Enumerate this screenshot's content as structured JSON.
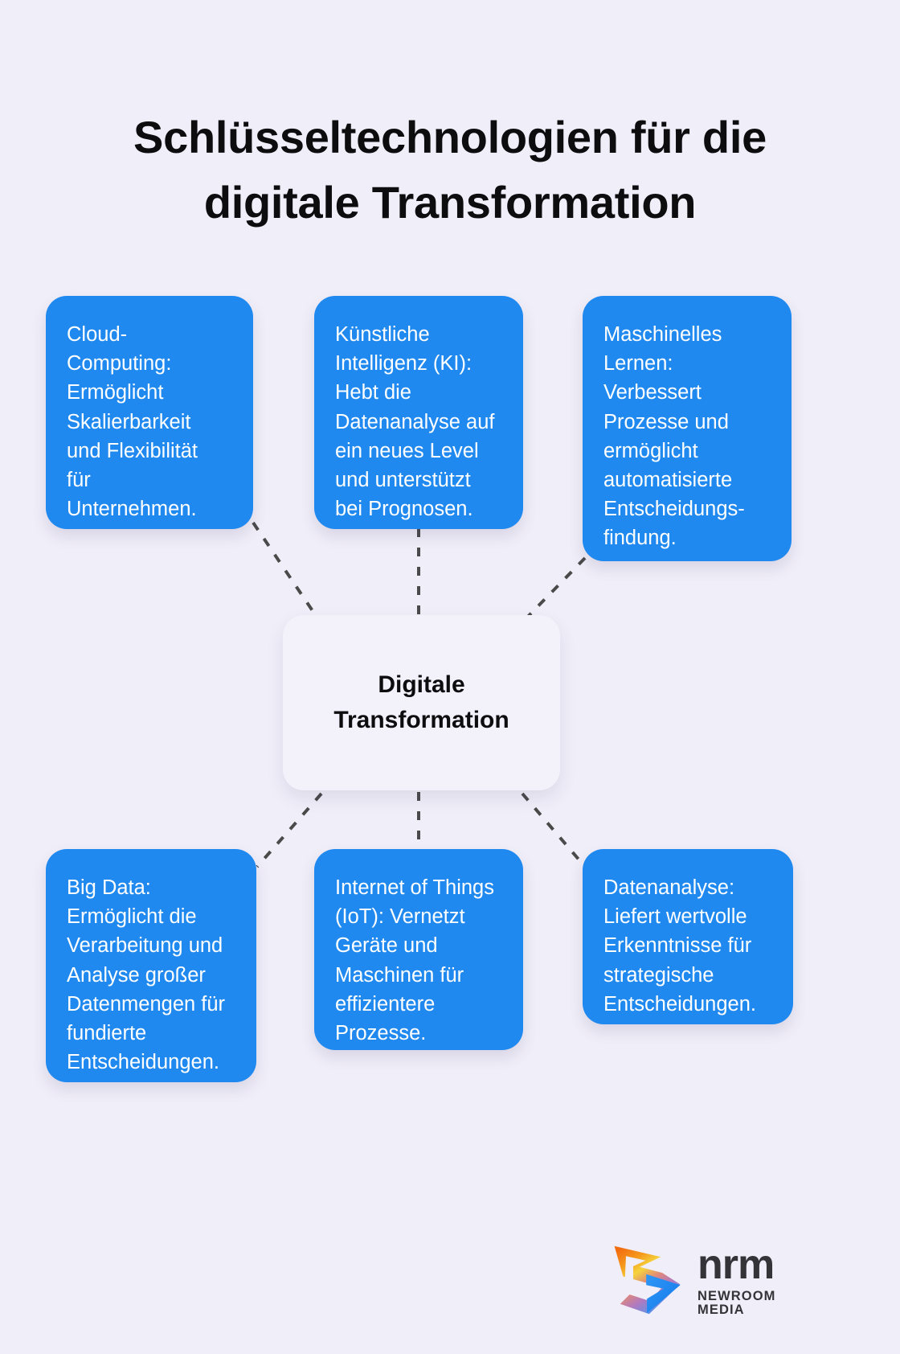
{
  "page": {
    "background_color": "#f0eef8",
    "title_lines": [
      "Schlüsseltechnologien für die",
      "digitale Transformation"
    ],
    "title_full": "Schlüsseltechnologien für die digitale Transformation"
  },
  "center": {
    "label": "Digitale\nTransformation",
    "background_color": "#f3f1fa",
    "text_color": "#0d0d10"
  },
  "cards": [
    {
      "id": "cloud-computing",
      "term": "Cloud-Computing",
      "text": "Cloud-\nComputing:\nErmöglicht\nSkalierbarkeit\nund Flexibilität\nfür\nUnternehmen.",
      "text_plain": "Cloud-Computing: Ermöglicht Skalierbarkeit und Flexibilität für Unternehmen.",
      "color": "#2089f0"
    },
    {
      "id": "kuenstliche-intelligenz",
      "term": "Künstliche Intelligenz (KI)",
      "text": "Künstliche\nIntelligenz (KI):\nHebt die\nDatenanalyse auf\nein neues Level\nund unterstützt\nbei Prognosen.",
      "text_plain": "Künstliche Intelligenz (KI): Hebt die Datenanalyse auf ein neues Level und unterstützt bei Prognosen.",
      "color": "#2089f0"
    },
    {
      "id": "maschinelles-lernen",
      "term": "Maschinelles Lernen",
      "text": "Maschinelles\nLernen:\nVerbessert\nProzesse und\nermöglicht\nautomatisierte\nEntscheidungs-\nfindung.",
      "text_plain": "Maschinelles Lernen: Verbessert Prozesse und ermöglicht automatisierte Entscheidungsfindung.",
      "color": "#2089f0"
    },
    {
      "id": "big-data",
      "term": "Big Data",
      "text": "Big Data:\nErmöglicht die\nVerarbeitung und\nAnalyse großer\nDatenmengen für\nfundierte\nEntscheidungen.",
      "text_plain": "Big Data: Ermöglicht die Verarbeitung und Analyse großer Datenmengen für fundierte Entscheidungen.",
      "color": "#2089f0"
    },
    {
      "id": "internet-of-things",
      "term": "Internet of Things (IoT)",
      "text": "Internet of Things\n(IoT): Vernetzt\nGeräte und\nMaschinen für\neffizientere\nProzesse.",
      "text_plain": "Internet of Things (IoT): Vernetzt Geräte und Maschinen für effizientere Prozesse.",
      "color": "#2089f0"
    },
    {
      "id": "datenanalyse",
      "term": "Datenanalyse",
      "text": "Datenanalyse:\nLiefert wertvolle\nErkenntnisse für\nstrategische\nEntscheidungen.",
      "text_plain": "Datenanalyse: Liefert wertvolle Erkenntnisse für strategische Entscheidungen.",
      "color": "#2089f0"
    }
  ],
  "connectors": {
    "style": "dashed",
    "color": "#4a4a4a",
    "width": 4,
    "count": 6
  },
  "logo": {
    "word": "nrm",
    "subtitle": "NEWROOM MEDIA",
    "text_color": "#333338",
    "gradient_colors": [
      "#f26b0f",
      "#f5d33c",
      "#1f8bf5",
      "#8e6fc4"
    ]
  }
}
